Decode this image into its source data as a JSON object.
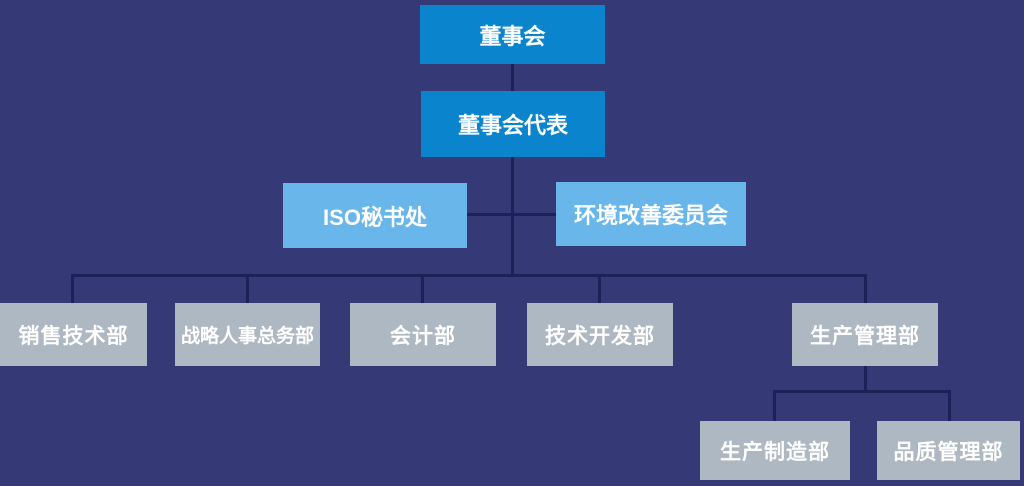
{
  "org_chart": {
    "board": {
      "label": "董事会"
    },
    "board_representative": {
      "label": "董事会代表"
    },
    "staff_nodes": [
      {
        "label": "ISO秘书处"
      },
      {
        "label": "环境改善委员会"
      }
    ],
    "departments": [
      {
        "label": "销售技术部"
      },
      {
        "label": "战略人事总务部"
      },
      {
        "label": "会计部"
      },
      {
        "label": "技术开发部"
      },
      {
        "label": "生产管理部"
      }
    ],
    "production_sub_departments": [
      {
        "label": "生产制造部"
      },
      {
        "label": "品质管理部"
      }
    ],
    "colors": {
      "background": "#353a76",
      "connector_line": "#1d2157",
      "executive_box": "#0a85cd",
      "staff_box": "#68b6ea",
      "department_box": "#aeb8c2",
      "label_text": "#ffffff"
    }
  }
}
